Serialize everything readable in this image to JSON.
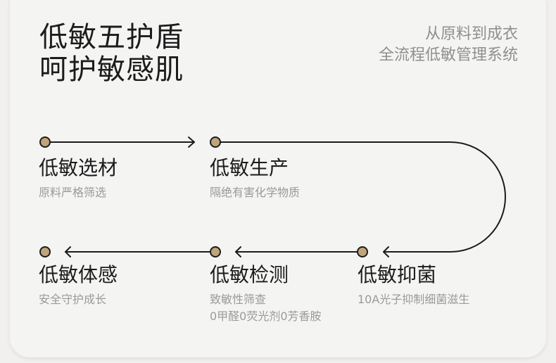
{
  "headline": {
    "line1": "低敏五护盾",
    "line2": "呵护敏感肌"
  },
  "tagline": {
    "line1": "从原料到成衣",
    "line2": "全流程低敏管理系统"
  },
  "steps": [
    {
      "title": "低敏选材",
      "desc": "原料严格筛选"
    },
    {
      "title": "低敏生产",
      "desc": "隔绝有害化学物质"
    },
    {
      "title": "低敏抑菌",
      "desc": "10A光子抑制细菌滋生"
    },
    {
      "title": "低敏检测",
      "desc": "致敏性筛查",
      "desc2": "0甲醛0荧光剂0芳香胺"
    },
    {
      "title": "低敏体感",
      "desc": "安全守护成长"
    }
  ],
  "colors": {
    "node": "#c0a57b",
    "line": "#1c1c1c",
    "title": "#1c1c1c",
    "muted": "#9a9a9a"
  }
}
